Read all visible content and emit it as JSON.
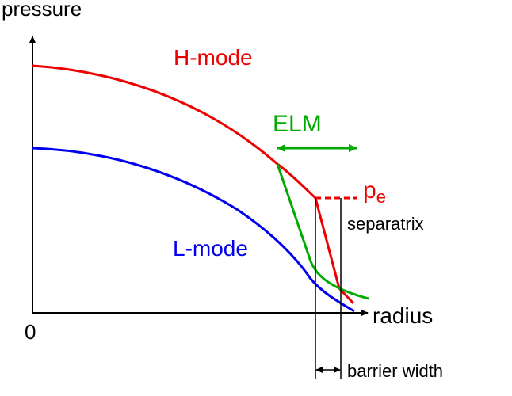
{
  "labels": {
    "y_axis": "pressure",
    "x_axis": "radius",
    "origin": "0",
    "h_mode": "H-mode",
    "l_mode": "L-mode",
    "elm": "ELM",
    "pe_main": "p",
    "pe_sub": "e",
    "separatrix": "separatrix",
    "barrier_width": "barrier width"
  },
  "colors": {
    "h_mode": "#ee0000",
    "l_mode": "#0000ee",
    "elm": "#00aa00",
    "axes": "#000000"
  }
}
